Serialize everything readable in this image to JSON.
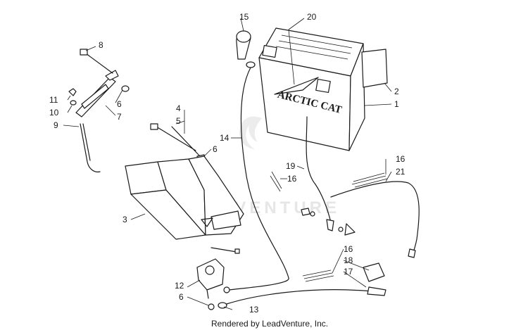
{
  "diagram": {
    "brand_on_battery": "ARCTIC CAT",
    "watermark": "LEADVENTURE",
    "footer": "Rendered by LeadVenture, Inc.",
    "callouts": [
      {
        "id": "c1",
        "label": "1"
      },
      {
        "id": "c2",
        "label": "2"
      },
      {
        "id": "c3",
        "label": "3"
      },
      {
        "id": "c4",
        "label": "4"
      },
      {
        "id": "c5",
        "label": "5"
      },
      {
        "id": "c6a",
        "label": "6"
      },
      {
        "id": "c6b",
        "label": "6"
      },
      {
        "id": "c6c",
        "label": "6"
      },
      {
        "id": "c7",
        "label": "7"
      },
      {
        "id": "c8",
        "label": "8"
      },
      {
        "id": "c9",
        "label": "9"
      },
      {
        "id": "c10",
        "label": "10"
      },
      {
        "id": "c11",
        "label": "11"
      },
      {
        "id": "c12",
        "label": "12"
      },
      {
        "id": "c13",
        "label": "13"
      },
      {
        "id": "c14",
        "label": "14"
      },
      {
        "id": "c15",
        "label": "15"
      },
      {
        "id": "c16a",
        "label": "16"
      },
      {
        "id": "c16b",
        "label": "16"
      },
      {
        "id": "c16c",
        "label": "16"
      },
      {
        "id": "c17",
        "label": "17"
      },
      {
        "id": "c18",
        "label": "18"
      },
      {
        "id": "c19",
        "label": "19"
      },
      {
        "id": "c20",
        "label": "20"
      },
      {
        "id": "c21",
        "label": "21"
      }
    ]
  }
}
